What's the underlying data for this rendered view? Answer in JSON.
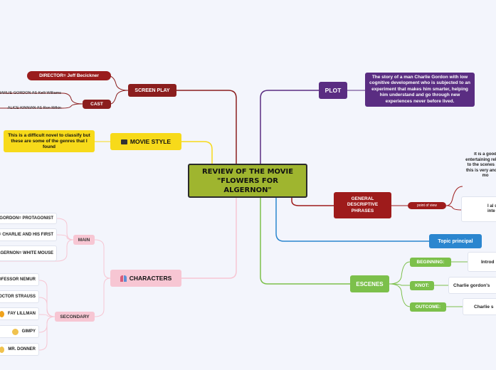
{
  "central": "REVIEW OF THE MOVIE \"FLOWERS FOR ALGERNON\"",
  "screenplay": {
    "label": "SCREEN PLAY",
    "director": "DIRECTOR= Jeff Becickner",
    "cast": {
      "label": "CAST",
      "items": [
        "CHARLIE GORDON AS Kelli Williams",
        "ALICE KINNIAN AS Ron Rifkin"
      ]
    }
  },
  "movie_style": {
    "label": "MOVIE STYLE",
    "icon": "clapperboard-icon",
    "note": "This is a difficult novel to classify but these are some of the genres that I found"
  },
  "characters": {
    "label": "CHARACTERS",
    "icon": "people-icon",
    "main": {
      "label": "MAIN",
      "items": [
        "CHARLIE GORDON= PROTAGONIST",
        "ALICE= CHARLIE AND HIS FIRST",
        "ALGERNON= WHITE MOUSE"
      ]
    },
    "secondary": {
      "label": "SECONDARY",
      "items": [
        "PROFESSOR NEMUR",
        "DOCTOR STRAUSS",
        "FAY LILLMAN",
        "GIMPY",
        "MR. DONNER"
      ]
    }
  },
  "plot": {
    "label": "PLOT",
    "text": "The story of a man Charlie Gordon with low cognitive development who is subjected to an experiment that makes him smarter, helping him understand and go through new experiences never before lived."
  },
  "general": {
    "label": "GENERAL DESCRIPTIVE PHRASES",
    "point_of_view": "point of view",
    "text1": "It is a good entertaining related to the scenes and this is very and the mo",
    "text2": "I al son inte"
  },
  "topic": "Topic principal",
  "escenes": {
    "label": "ESCENES",
    "beginning": {
      "label": "BEGINNING:",
      "text": "Introd"
    },
    "knot": {
      "label": "KNOT:",
      "text": "Charlie gordon's"
    },
    "outcome": {
      "label": "OUTCOME:",
      "text": "Charlie s"
    }
  },
  "colors": {
    "central": "#9fb52f",
    "screenplay": "#8b1e1e",
    "movie_style": "#f7da1a",
    "characters": "#f7c6d3",
    "plot": "#5a2d82",
    "general": "#9e1b1b",
    "topic": "#2b86cf",
    "escenes": "#7cc04b"
  }
}
